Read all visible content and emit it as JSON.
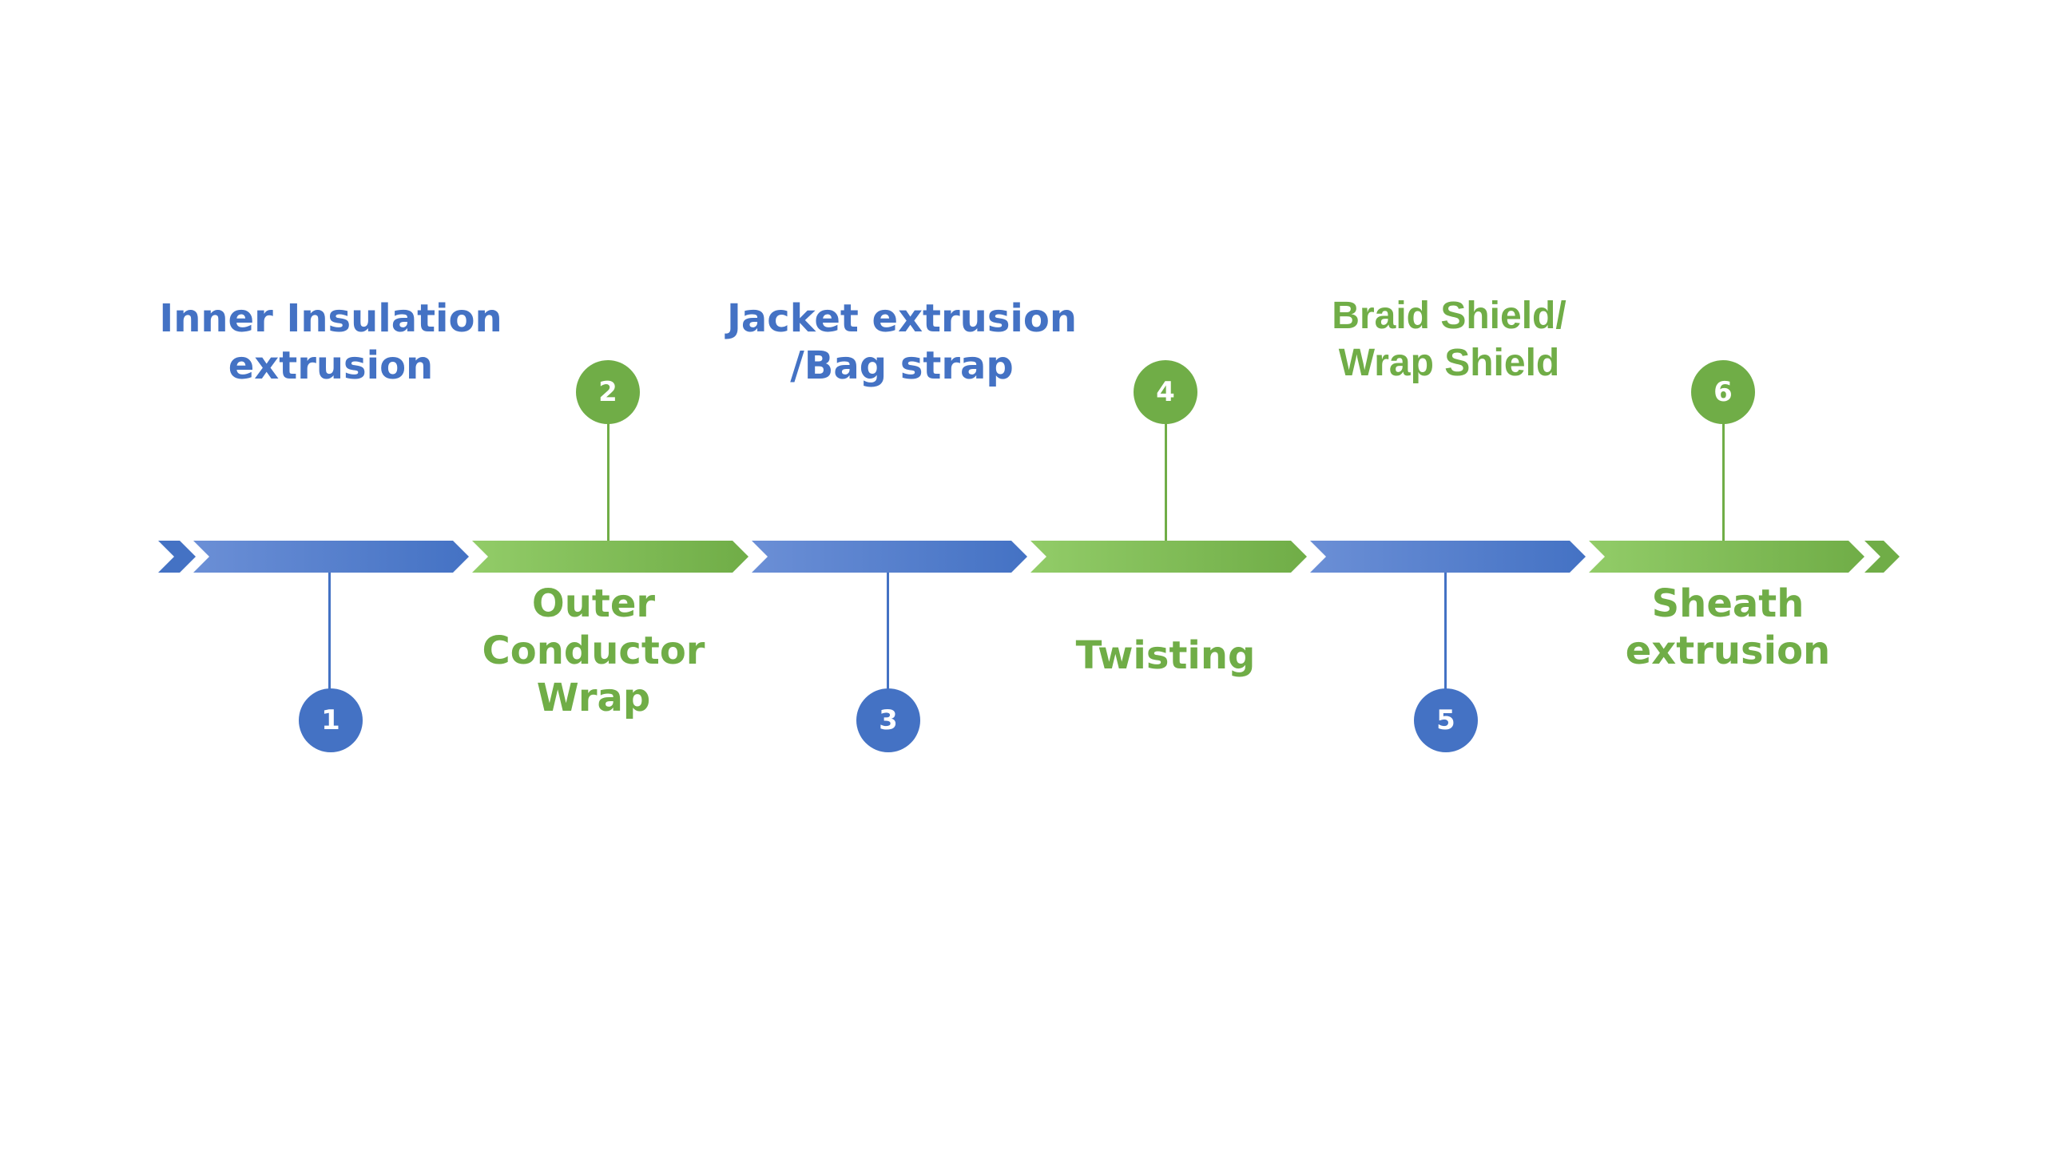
{
  "colors": {
    "blue": "#4472c4",
    "blue_light": "#6b8fd6",
    "green": "#70ad47",
    "green_light": "#92cc68"
  },
  "steps": [
    {
      "number": "1",
      "label": "Inner Insulation\nextrusion",
      "color": "blue"
    },
    {
      "number": "2",
      "label": "Outer\nConductor\nWrap",
      "color": "green"
    },
    {
      "number": "3",
      "label": "Jacket extrusion\n/Bag strap",
      "color": "blue"
    },
    {
      "number": "4",
      "label": "Twisting",
      "color": "green"
    },
    {
      "number": "5",
      "label": "Braid  Shield/\nWrap Shield",
      "color": "blue"
    },
    {
      "number": "6",
      "label": "Sheath\nextrusion",
      "color": "green"
    }
  ]
}
